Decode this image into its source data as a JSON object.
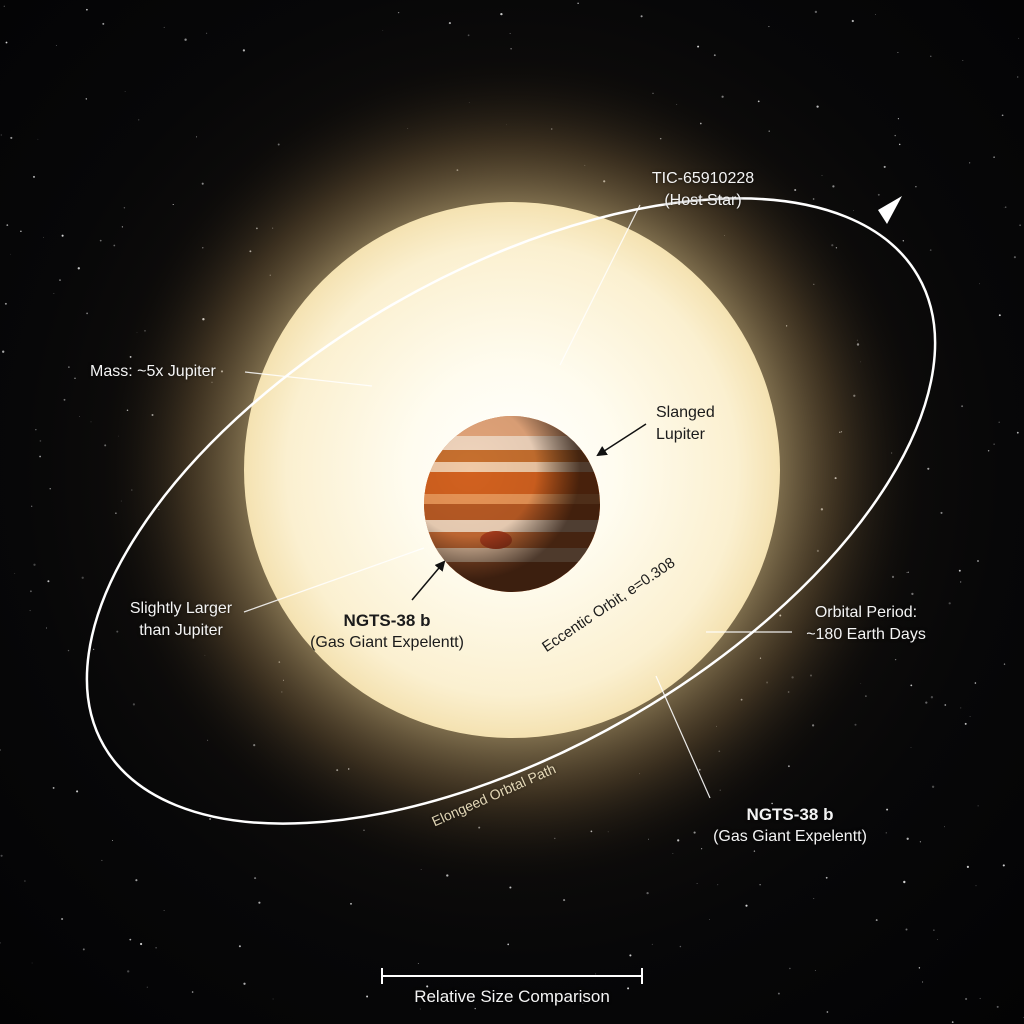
{
  "host_star": {
    "name": "TIC-65910228",
    "caption": "(Host Star)"
  },
  "labels": {
    "mass": "Mass: ~5x Jupiter",
    "slanged_line1": "Slanged",
    "slanged_line2": "Lupiter",
    "size_line1": "Slightly Larger",
    "size_line2": "than Jupiter",
    "planet_inner_name": "NGTS-38 b",
    "planet_inner_caption": "(Gas Giant Expelentt)",
    "period_line1": "Orbital Period:",
    "period_line2": "~180 Earth Days",
    "orbit_eccentric": "Eccentic Orbit, e=0.308",
    "orbit_path": "Elongeed Orbtal Path",
    "planet_outer_name": "NGTS-38 b",
    "planet_outer_caption": "(Gas Giant Expelentt)",
    "scale_caption": "Relative Size Comparison"
  },
  "colors": {
    "star_core": "#fffdf3",
    "star_mid": "#fbf0cf",
    "star_glow": "#f0d79a",
    "planet_band": "#c8632a",
    "orbit_line": "#ffffff"
  }
}
